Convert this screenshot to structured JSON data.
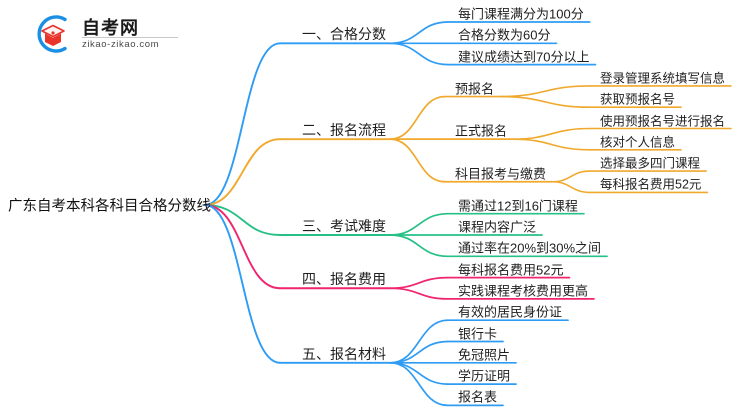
{
  "logo": {
    "name_cn": "自考网",
    "url": "zikao-zikao.com",
    "arc_color": "#1a8fe3",
    "cap_color": "#e8342a"
  },
  "mindmap": {
    "root": {
      "label": "广东自考本科各科目合格分数线"
    },
    "branch_colors": {
      "blue": "#2f9cf4",
      "orange": "#f0a92c",
      "green": "#27c086",
      "pink": "#f0246f",
      "blue2": "#2f9cf4"
    },
    "branches": [
      {
        "label": "一、合格分数",
        "color": "#2f9cf4",
        "children": [
          {
            "label": "每门课程满分为100分"
          },
          {
            "label": "合格分数为60分"
          },
          {
            "label": "建议成绩达到70分以上"
          }
        ]
      },
      {
        "label": "二、报名流程",
        "color": "#f0a92c",
        "children": [
          {
            "label": "预报名",
            "children": [
              {
                "label": "登录管理系统填写信息"
              },
              {
                "label": "获取预报名号"
              }
            ]
          },
          {
            "label": "正式报名",
            "children": [
              {
                "label": "使用预报名号进行报名"
              },
              {
                "label": "核对个人信息"
              }
            ]
          },
          {
            "label": "科目报考与缴费",
            "children": [
              {
                "label": "选择最多四门课程"
              },
              {
                "label": "每科报名费用52元"
              }
            ]
          }
        ]
      },
      {
        "label": "三、考试难度",
        "color": "#27c086",
        "children": [
          {
            "label": "需通过12到16门课程"
          },
          {
            "label": "课程内容广泛"
          },
          {
            "label": "通过率在20%到30%之间"
          }
        ]
      },
      {
        "label": "四、报名费用",
        "color": "#f0246f",
        "children": [
          {
            "label": "每科报名费用52元"
          },
          {
            "label": "实践课程考核费用更高"
          }
        ]
      },
      {
        "label": "五、报名材料",
        "color": "#2f9cf4",
        "children": [
          {
            "label": "有效的居民身份证"
          },
          {
            "label": "银行卡"
          },
          {
            "label": "免冠照片"
          },
          {
            "label": "学历证明"
          },
          {
            "label": "报名表"
          }
        ]
      }
    ]
  }
}
